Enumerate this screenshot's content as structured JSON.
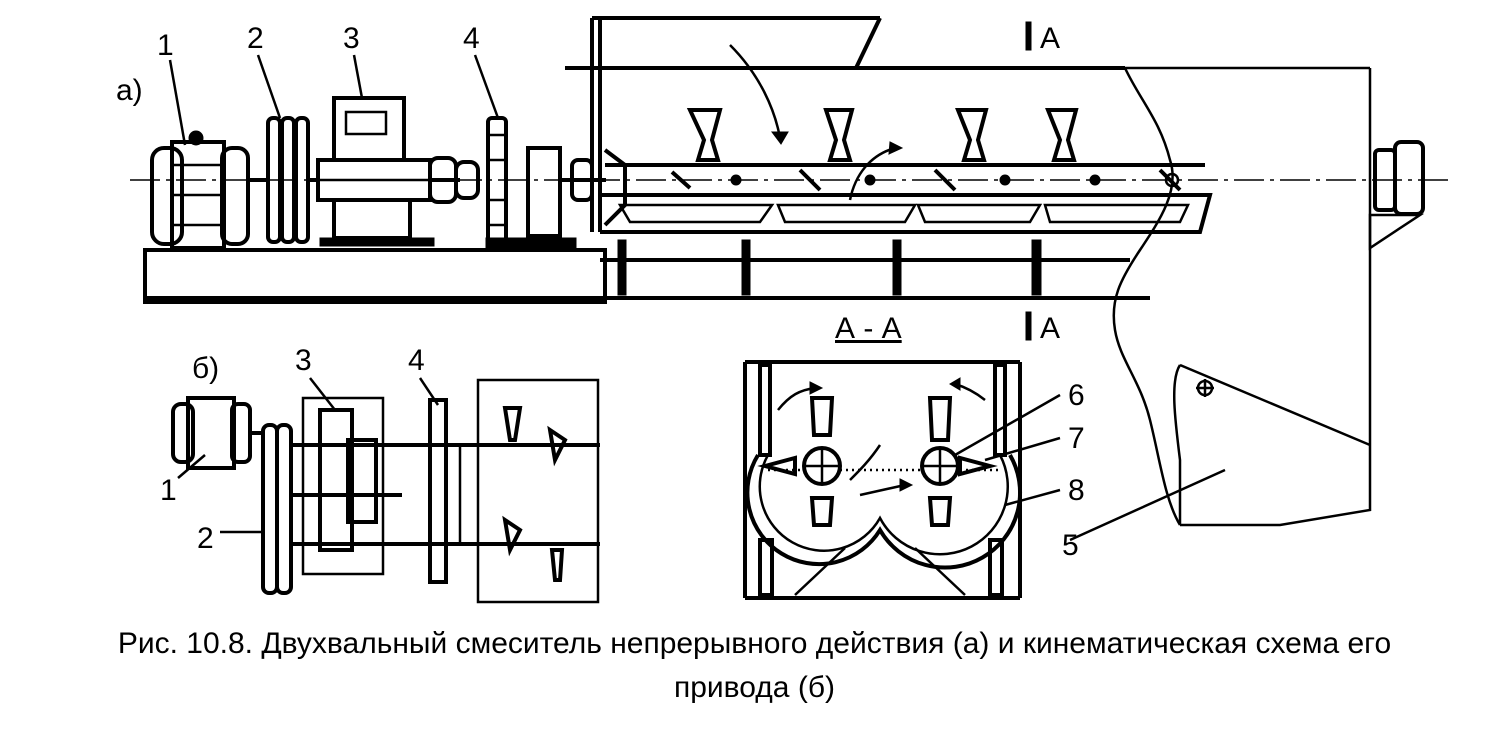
{
  "labels": {
    "view_a": "а)",
    "view_b": "б)",
    "section": "А - А",
    "section_mark_top": "А",
    "section_mark_bottom": "А",
    "a_motor": "1",
    "a_pulley": "2",
    "a_reducer": "3",
    "a_coupling": "4",
    "b_motor": "1",
    "b_pulley": "2",
    "b_reducer": "3",
    "b_gear": "4",
    "frame": "5",
    "shaft": "6",
    "paddle": "7",
    "trough": "8"
  },
  "caption": {
    "line1": "Рис. 10.8. Двухвальный смеситель непрерывного действия (а) и кинематическая схема его",
    "line2": "привода (б)"
  }
}
